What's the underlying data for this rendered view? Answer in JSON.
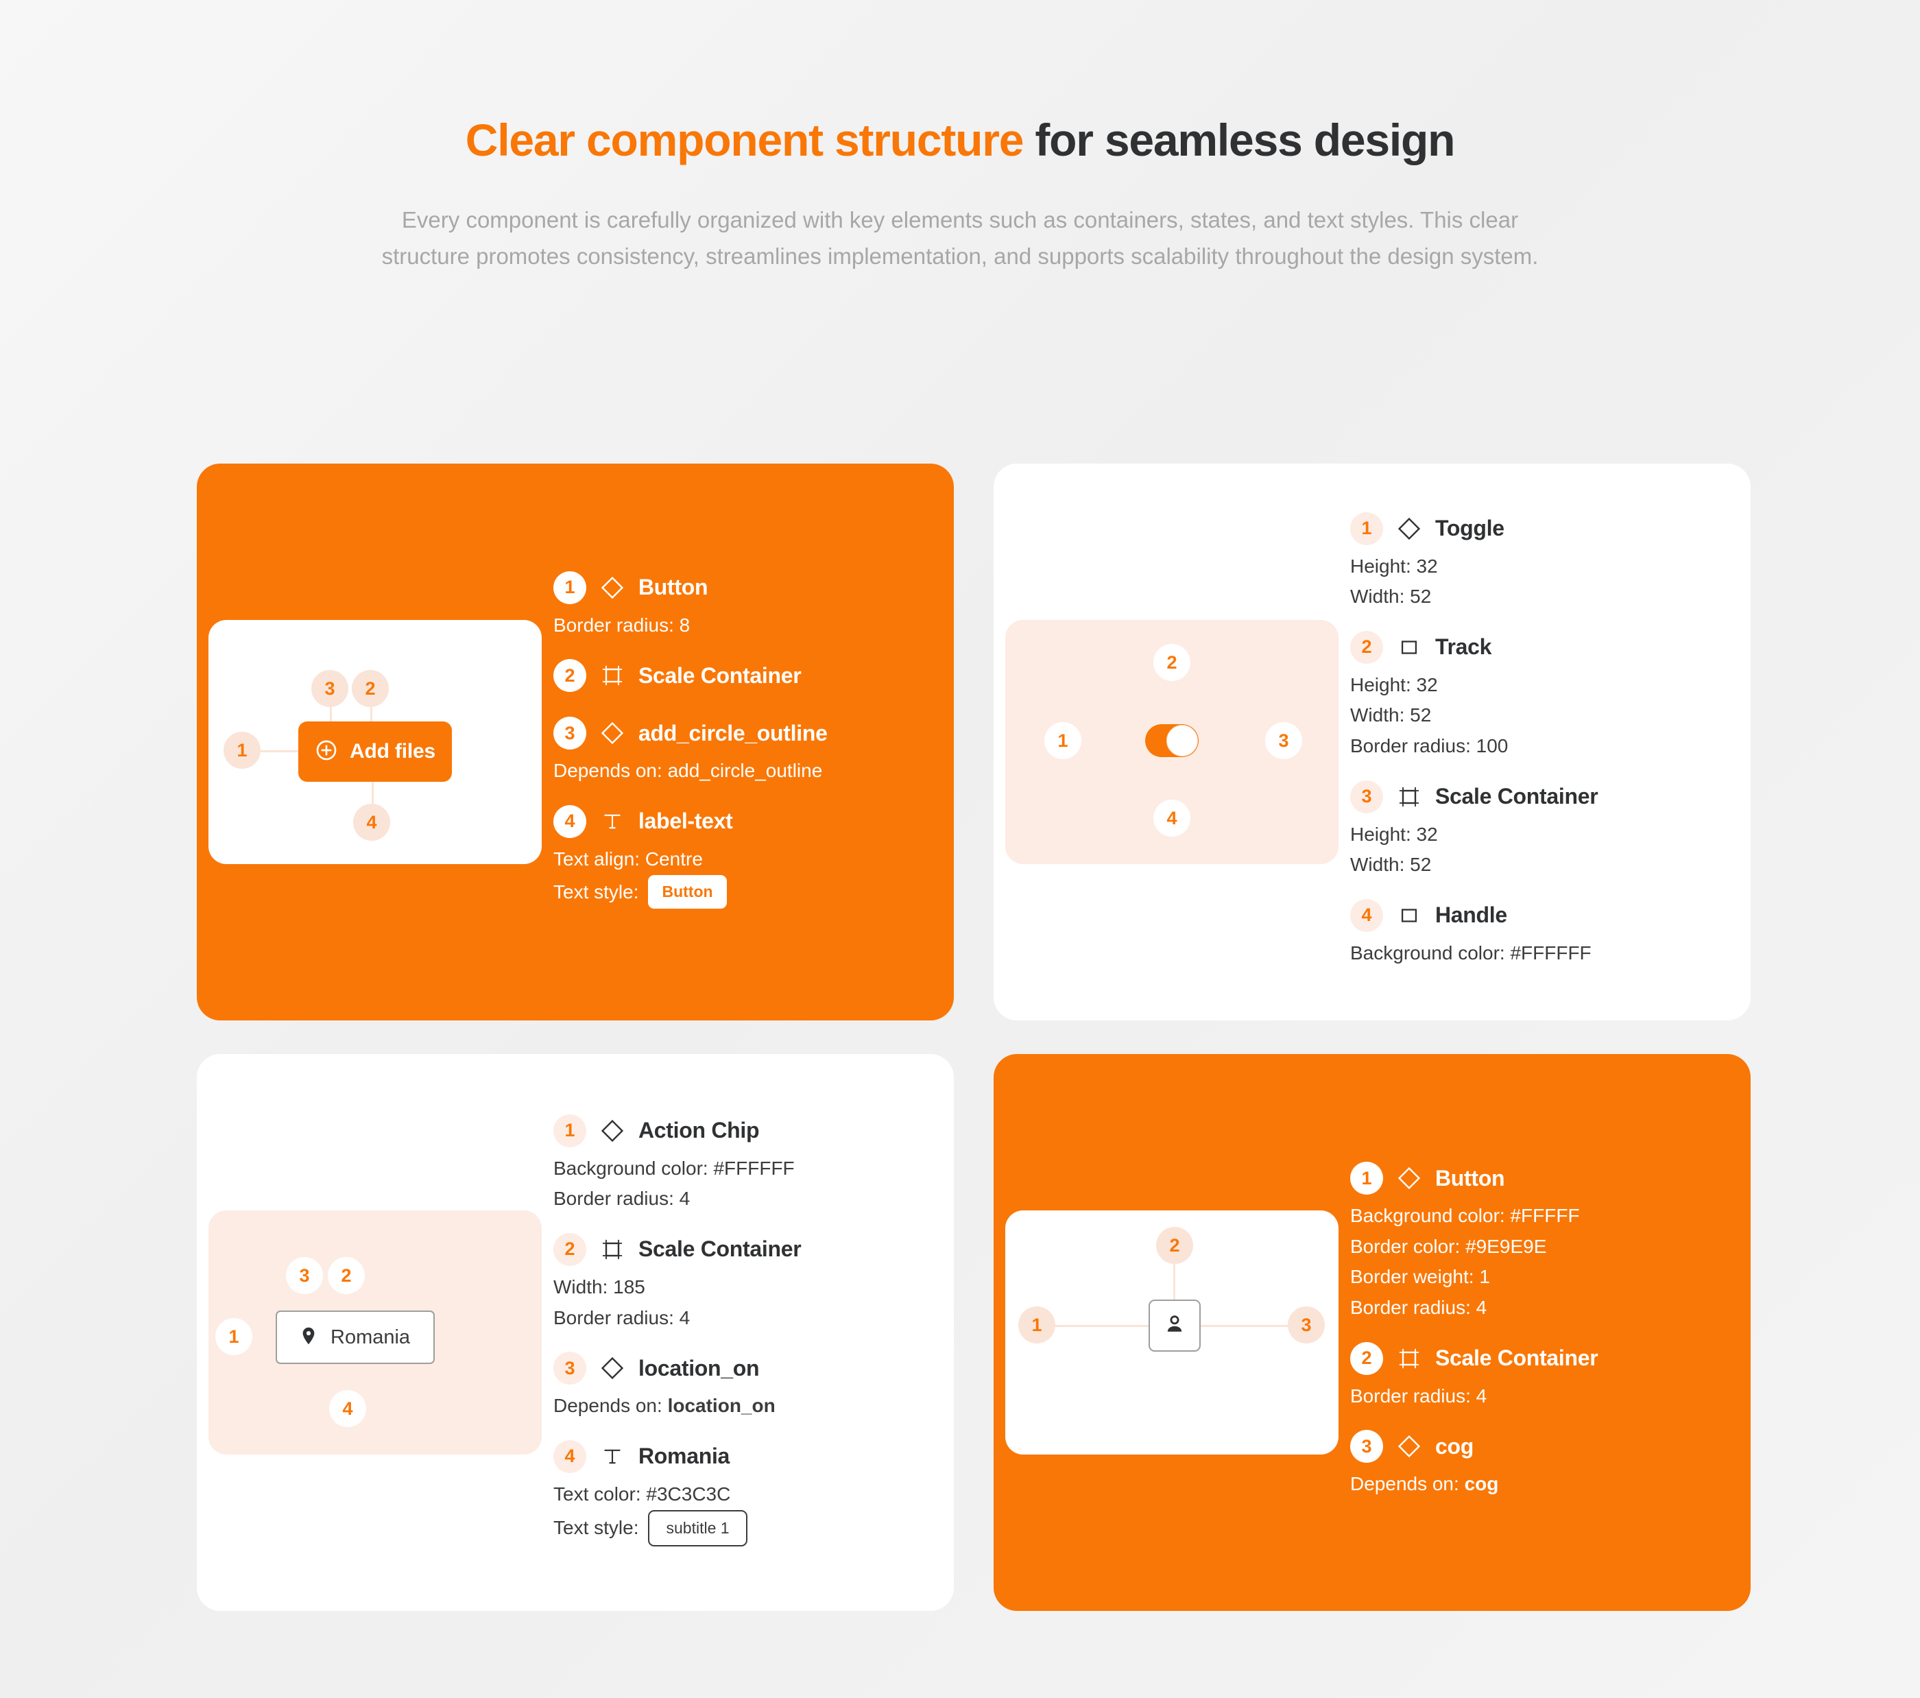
{
  "header": {
    "title_accent": "Clear component structure",
    "title_rest": " for seamless design",
    "subtitle": "Every component is carefully organized with key elements such as containers, states, and text styles. This clear structure promotes consistency, streamlines implementation, and supports scalability throughout the design system."
  },
  "colors": {
    "brand_orange": "#F97707",
    "peach": "#FDECE4",
    "badge_peach": "#FAE4D7",
    "page_bg": "#F2F2F2",
    "text_dark": "#2F3133",
    "text_muted": "#A6A7A9"
  },
  "cards": [
    {
      "id": "button-add-files",
      "theme": "orange",
      "preview": {
        "theme": "white",
        "widget": "add-files-button",
        "widget_label": "Add files",
        "markers": [
          "1",
          "2",
          "3",
          "4"
        ]
      },
      "specs": [
        {
          "num": "1",
          "icon": "component-diamond-icon",
          "name": "Button",
          "props": [
            {
              "type": "text",
              "text": "Border radius: 8"
            }
          ]
        },
        {
          "num": "2",
          "icon": "scale-container-icon",
          "name": "Scale Container",
          "props": []
        },
        {
          "num": "3",
          "icon": "component-diamond-icon",
          "name": "add_circle_outline",
          "props": [
            {
              "type": "text",
              "text": "Depends on: add_circle_outline"
            }
          ]
        },
        {
          "num": "4",
          "icon": "text-style-icon",
          "name": "label-text",
          "props": [
            {
              "type": "text",
              "text": "Text align: Centre"
            },
            {
              "type": "pill",
              "label": "Text style:",
              "pill": "Button",
              "pill_style": "solid"
            }
          ]
        }
      ]
    },
    {
      "id": "toggle",
      "theme": "white",
      "preview": {
        "theme": "peach",
        "widget": "toggle-switch",
        "widget_label": "",
        "markers": [
          "1",
          "2",
          "3",
          "4"
        ]
      },
      "specs": [
        {
          "num": "1",
          "icon": "component-diamond-icon",
          "name": "Toggle",
          "props": [
            {
              "type": "text",
              "text": "Height: 32"
            },
            {
              "type": "text",
              "text": "Width: 52"
            }
          ]
        },
        {
          "num": "2",
          "icon": "square-icon",
          "name": "Track",
          "props": [
            {
              "type": "text",
              "text": "Height: 32"
            },
            {
              "type": "text",
              "text": "Width: 52"
            },
            {
              "type": "text",
              "text": "Border radius: 100"
            }
          ]
        },
        {
          "num": "3",
          "icon": "scale-container-icon",
          "name": "Scale Container",
          "props": [
            {
              "type": "text",
              "text": "Height: 32"
            },
            {
              "type": "text",
              "text": "Width: 52"
            }
          ]
        },
        {
          "num": "4",
          "icon": "square-icon",
          "name": "Handle",
          "props": [
            {
              "type": "text",
              "text": "Background color: #FFFFFF"
            }
          ]
        }
      ]
    },
    {
      "id": "action-chip",
      "theme": "white",
      "preview": {
        "theme": "peach",
        "widget": "location-chip",
        "widget_label": "Romania",
        "markers": [
          "1",
          "2",
          "3",
          "4"
        ]
      },
      "specs": [
        {
          "num": "1",
          "icon": "component-diamond-icon",
          "name": "Action Chip",
          "props": [
            {
              "type": "text",
              "text": "Background color: #FFFFFF"
            },
            {
              "type": "text",
              "text": "Border radius: 4"
            }
          ]
        },
        {
          "num": "2",
          "icon": "scale-container-icon",
          "name": "Scale Container",
          "props": [
            {
              "type": "text",
              "text": "Width: 185"
            },
            {
              "type": "text",
              "text": "Border radius: 4"
            }
          ]
        },
        {
          "num": "3",
          "icon": "component-diamond-icon",
          "name": "location_on",
          "props": [
            {
              "type": "rich",
              "prefix": "Depends on: ",
              "bold": "location_on"
            }
          ]
        },
        {
          "num": "4",
          "icon": "text-style-icon",
          "name": "Romania",
          "props": [
            {
              "type": "text",
              "text": "Text color: #3C3C3C"
            },
            {
              "type": "pill",
              "label": "Text style:",
              "pill": "subtitle 1",
              "pill_style": "outline"
            }
          ]
        }
      ]
    },
    {
      "id": "icon-button",
      "theme": "orange",
      "preview": {
        "theme": "white",
        "widget": "person-icon-button",
        "widget_label": "",
        "markers": [
          "1",
          "2",
          "3"
        ]
      },
      "specs": [
        {
          "num": "1",
          "icon": "component-diamond-icon",
          "name": "Button",
          "props": [
            {
              "type": "text",
              "text": "Background color: #FFFFF"
            },
            {
              "type": "text",
              "text": "Border color: #9E9E9E"
            },
            {
              "type": "text",
              "text": "Border weight: 1"
            },
            {
              "type": "text",
              "text": "Border radius: 4"
            }
          ]
        },
        {
          "num": "2",
          "icon": "scale-container-icon",
          "name": "Scale Container",
          "props": [
            {
              "type": "text",
              "text": "Border radius: 4"
            }
          ]
        },
        {
          "num": "3",
          "icon": "component-diamond-icon",
          "name": "cog",
          "props": [
            {
              "type": "rich",
              "prefix": "Depends on: ",
              "bold": "cog"
            }
          ]
        }
      ]
    }
  ]
}
